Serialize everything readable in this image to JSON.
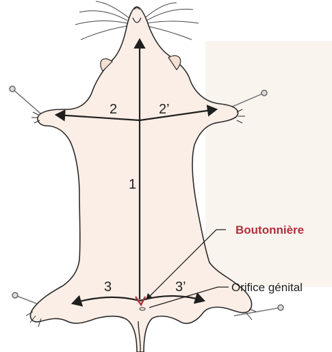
{
  "labels": {
    "cut_1": "1",
    "cut_2": "2",
    "cut_2_prime": "2’",
    "cut_3": "3",
    "cut_3_prime": "3’",
    "boutonniere": "Boutonnière",
    "orifice_genital": "Orifice génital"
  },
  "colors": {
    "accent": "#b0303a",
    "ink": "#1f1f1f",
    "body_fill": "#fbeee6",
    "body_stroke": "#2a2a2a",
    "background_tint": "#f4e2d6"
  }
}
